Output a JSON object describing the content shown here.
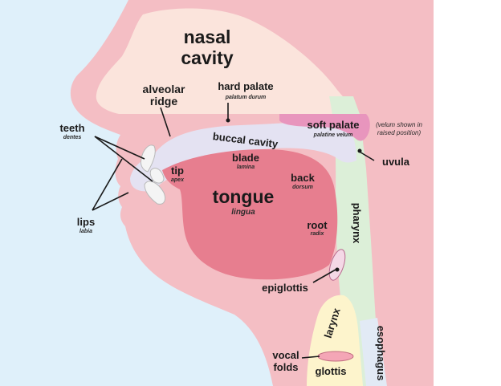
{
  "labels": {
    "nasal_1": "nasal",
    "nasal_2": "cavity",
    "alveolar_1": "alveolar",
    "alveolar_2": "ridge",
    "hard_palate": "hard palate",
    "hard_palate_latin": "palatum durum",
    "teeth": "teeth",
    "teeth_latin": "dentes",
    "buccal": "buccal cavity",
    "soft_palate": "soft palate",
    "soft_palate_latin": "palatine velum",
    "velum_note_1": "(velum shown in",
    "velum_note_2": "raised position)",
    "uvula": "uvula",
    "blade": "blade",
    "blade_latin": "lamina",
    "tip": "tip",
    "tip_latin": "apex",
    "back": "back",
    "back_latin": "dorsum",
    "tongue": "tongue",
    "tongue_latin": "lingua",
    "lips": "lips",
    "lips_latin": "labia",
    "root": "root",
    "root_latin": "radix",
    "pharynx": "pharynx",
    "epiglottis": "epiglottis",
    "larynx": "larynx",
    "esophagus": "esophagus",
    "vocal_1": "vocal",
    "vocal_2": "folds",
    "glottis": "glottis"
  },
  "colors": {
    "background": "#ffffff",
    "outside": "#dff0fa",
    "head": "#f4bec4",
    "nasal_cavity": "#fbe4dc",
    "oral_cavity": "#e4e2f2",
    "soft_palate": "#e895bd",
    "tongue": "#e77e8f",
    "pharynx": "#dcefd8",
    "larynx": "#fdf4cc",
    "esophagus": "#e2eaf5",
    "teeth": "#f4f4f4",
    "line": "#1a1a1a"
  }
}
